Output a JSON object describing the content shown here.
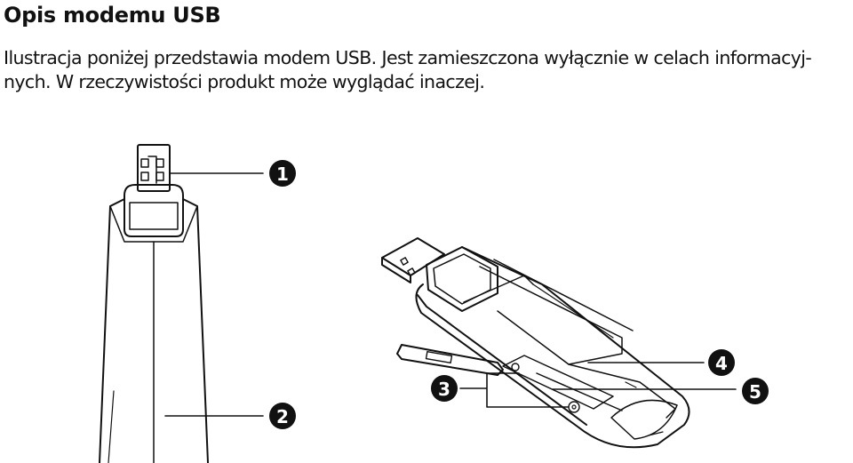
{
  "document": {
    "title": "Opis modemu USB",
    "paragraph_lines": [
      "Ilustracja poniżej przedstawia modem USB. Jest zamieszczona wyłącznie w celach informacyj-",
      "nych. W rzeczywistości produkt może wyglądać inaczej."
    ]
  },
  "figure": {
    "callouts": [
      "1",
      "2",
      "3",
      "4",
      "5"
    ]
  }
}
